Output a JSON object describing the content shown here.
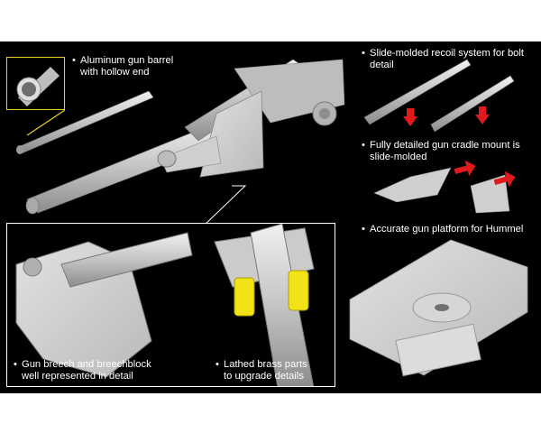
{
  "captions": {
    "barrel": {
      "line1": "Aluminum gun barrel",
      "line2": "with hollow end"
    },
    "recoil": {
      "line1": "Slide-molded recoil system for bolt",
      "line2": "detail"
    },
    "cradle": {
      "line1": "Fully detailed gun cradle mount is",
      "line2": "slide-molded"
    },
    "platform": {
      "line1": "Accurate gun platform for Hummel"
    },
    "breech": {
      "line1": "Gun breech and breechblock",
      "line2": "well represented in detail"
    },
    "brass": {
      "line1": "Lathed brass parts",
      "line2": "to upgrade details"
    }
  },
  "bullet": "•",
  "colors": {
    "background": "#000000",
    "model_gray": "#c9c9c9",
    "brass_yellow": "#f2e316",
    "arrow_red": "#e0191d",
    "zoom_frame": "#e7d21b"
  }
}
